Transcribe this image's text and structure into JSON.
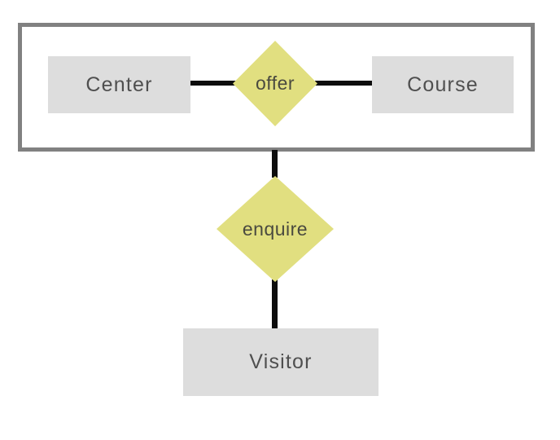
{
  "diagram": {
    "title": "ER diagram: Center offers Course; Visitor enquires",
    "type": "entity-relationship-diagram",
    "colors": {
      "entity_fill": "#dddddd",
      "relationship_fill": "#e1df80",
      "frame_border": "#818181",
      "connector": "#0d0d0d",
      "text": "#4f4f4f",
      "background": "#ffffff"
    },
    "frame": {
      "name": "grouping-frame",
      "label": ""
    },
    "entities": [
      {
        "id": "center",
        "label": "Center"
      },
      {
        "id": "course",
        "label": "Course"
      },
      {
        "id": "visitor",
        "label": "Visitor"
      }
    ],
    "relationships": [
      {
        "id": "offer",
        "label": "offer"
      },
      {
        "id": "enquire",
        "label": "enquire"
      }
    ],
    "connectors": [
      {
        "id": "center-offer",
        "from": "center",
        "to": "offer",
        "orientation": "horizontal"
      },
      {
        "id": "offer-course",
        "from": "offer",
        "to": "course",
        "orientation": "horizontal"
      },
      {
        "id": "frame-enquire",
        "from": "frame",
        "to": "enquire",
        "orientation": "vertical"
      },
      {
        "id": "enquire-visitor",
        "from": "enquire",
        "to": "visitor",
        "orientation": "vertical"
      }
    ]
  }
}
